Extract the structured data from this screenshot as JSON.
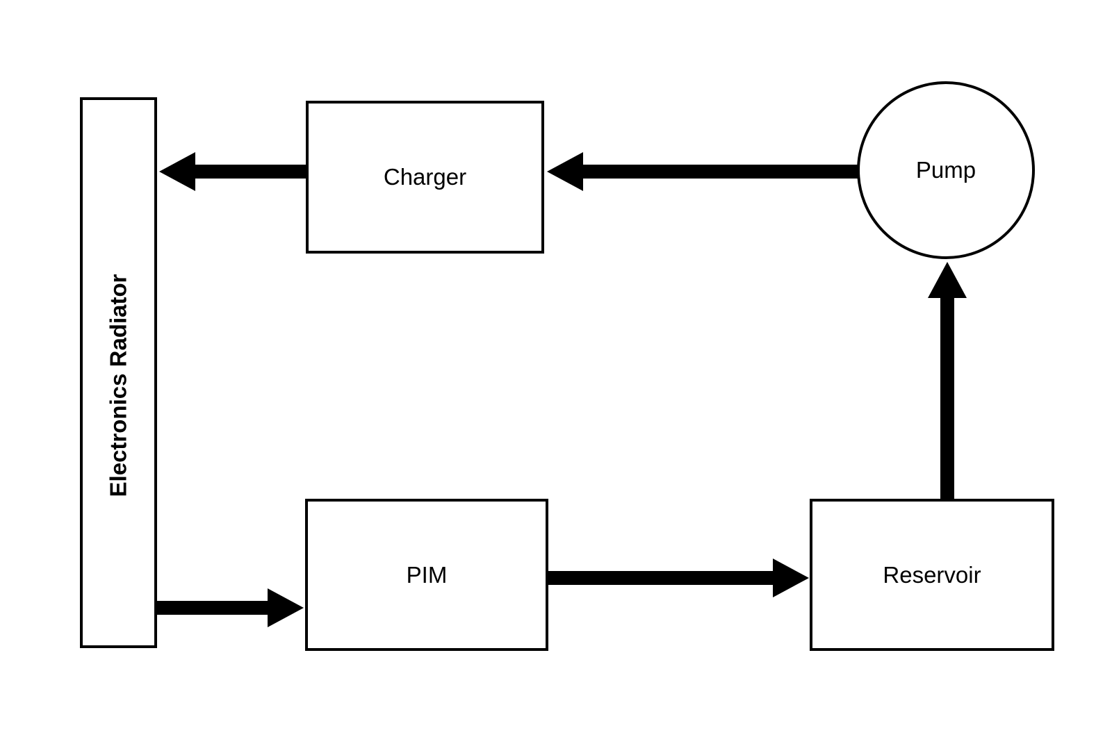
{
  "page": {
    "background_color": "#ffffff",
    "ink_color": "#000000"
  },
  "diagram": {
    "type": "flowchart",
    "description": "Closed-loop block diagram connecting five components with thick black arrows",
    "nodes": {
      "radiator": {
        "label": "Electronics Radiator",
        "shape": "rectangle",
        "text_orientation": "rotated-90-ccw",
        "text_weight": "bold"
      },
      "charger": {
        "label": "Charger",
        "shape": "rectangle",
        "text_orientation": "horizontal",
        "text_weight": "regular"
      },
      "pump": {
        "label": "Pump",
        "shape": "circle",
        "text_orientation": "horizontal",
        "text_weight": "regular"
      },
      "pim": {
        "label": "PIM",
        "shape": "rectangle",
        "text_orientation": "horizontal",
        "text_weight": "regular"
      },
      "reservoir": {
        "label": "Reservoir",
        "shape": "rectangle",
        "text_orientation": "horizontal",
        "text_weight": "regular"
      }
    },
    "edges": [
      {
        "from": "pump",
        "to": "charger",
        "arrow_direction": "left"
      },
      {
        "from": "charger",
        "to": "radiator",
        "arrow_direction": "left"
      },
      {
        "from": "radiator",
        "to": "pim",
        "arrow_direction": "right"
      },
      {
        "from": "pim",
        "to": "reservoir",
        "arrow_direction": "right"
      },
      {
        "from": "reservoir",
        "to": "pump",
        "arrow_direction": "up"
      }
    ]
  }
}
